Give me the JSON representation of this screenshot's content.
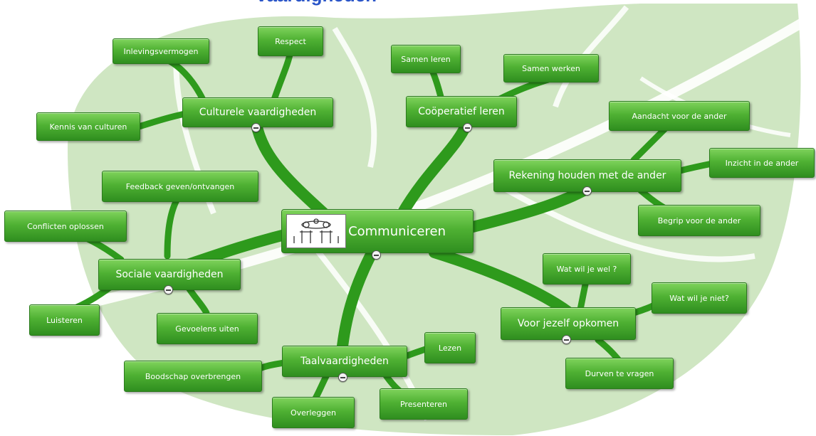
{
  "title_fragment": "vaardigheden",
  "central": {
    "label": "Communiceren",
    "image_icon": "people-talking-icon"
  },
  "branches": {
    "culturele": {
      "label": "Culturele vaardigheden",
      "children": [
        "Inlevingsvermogen",
        "Respect",
        "Kennis van culturen"
      ]
    },
    "cooperatief": {
      "label": "Coöperatief leren",
      "children": [
        "Samen leren",
        "Samen werken"
      ]
    },
    "rekening": {
      "label": "Rekening houden met de ander",
      "children": [
        "Aandacht voor de ander",
        "Inzicht in de ander",
        "Begrip voor de ander"
      ]
    },
    "sociale": {
      "label": "Sociale vaardigheden",
      "children": [
        "Feedback geven/ontvangen",
        "Conflicten oplossen",
        "Luisteren",
        "Gevoelens uiten"
      ]
    },
    "opkomen": {
      "label": "Voor jezelf opkomen",
      "children": [
        "Wat wil je wel ?",
        "Wat wil je niet?",
        "Durven te vragen"
      ]
    },
    "taal": {
      "label": "Taalvaardigheden",
      "children": [
        "Lezen",
        "Boodschap overbrengen",
        "Overleggen",
        "Presenteren"
      ]
    }
  },
  "colors": {
    "node_green": "#4fb133",
    "branch_green": "#2e9a1c",
    "leaf_background": "#cfe6c2"
  }
}
